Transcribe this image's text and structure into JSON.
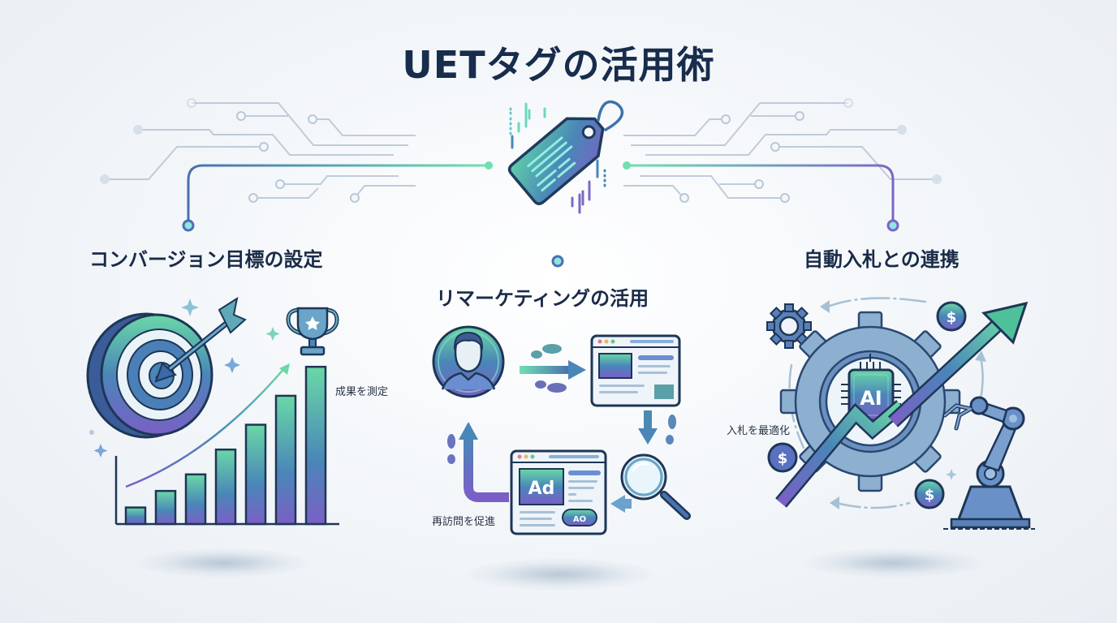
{
  "title": "UETタグの活用術",
  "sections": [
    {
      "id": "conversion",
      "heading": "コンバージョン目標の設定",
      "caption": "成果を測定"
    },
    {
      "id": "remarketing",
      "heading": "リマーケティングの活用",
      "caption": "再訪問を促進",
      "ad_label": "Ad",
      "ad_button": "AO"
    },
    {
      "id": "auto-bidding",
      "heading": "自動入札との連携",
      "caption": "入札を最適化",
      "chip_label": "AI",
      "coin_symbol": "$"
    }
  ],
  "icons": {
    "center": "price-tag-icon",
    "conversion": [
      "target-icon",
      "arrow-icon",
      "trophy-icon",
      "bar-chart-icon",
      "sparkle-icon"
    ],
    "remarketing": [
      "user-avatar-icon",
      "browser-window-icon",
      "footprints-icon",
      "magnifier-icon",
      "ad-window-icon"
    ],
    "auto_bidding": [
      "gear-icon",
      "ai-chip-icon",
      "dollar-coin-icon",
      "trend-arrow-icon",
      "robot-arm-icon"
    ]
  },
  "colors": {
    "title": "#182c4c",
    "green": "#5fd3a0",
    "blue": "#4a72b0",
    "purple": "#7a64c4",
    "teal": "#3e9fb0",
    "line": "#b7c6d4"
  },
  "chart_bars": [
    2,
    4,
    6,
    9,
    12,
    15.5,
    19
  ]
}
